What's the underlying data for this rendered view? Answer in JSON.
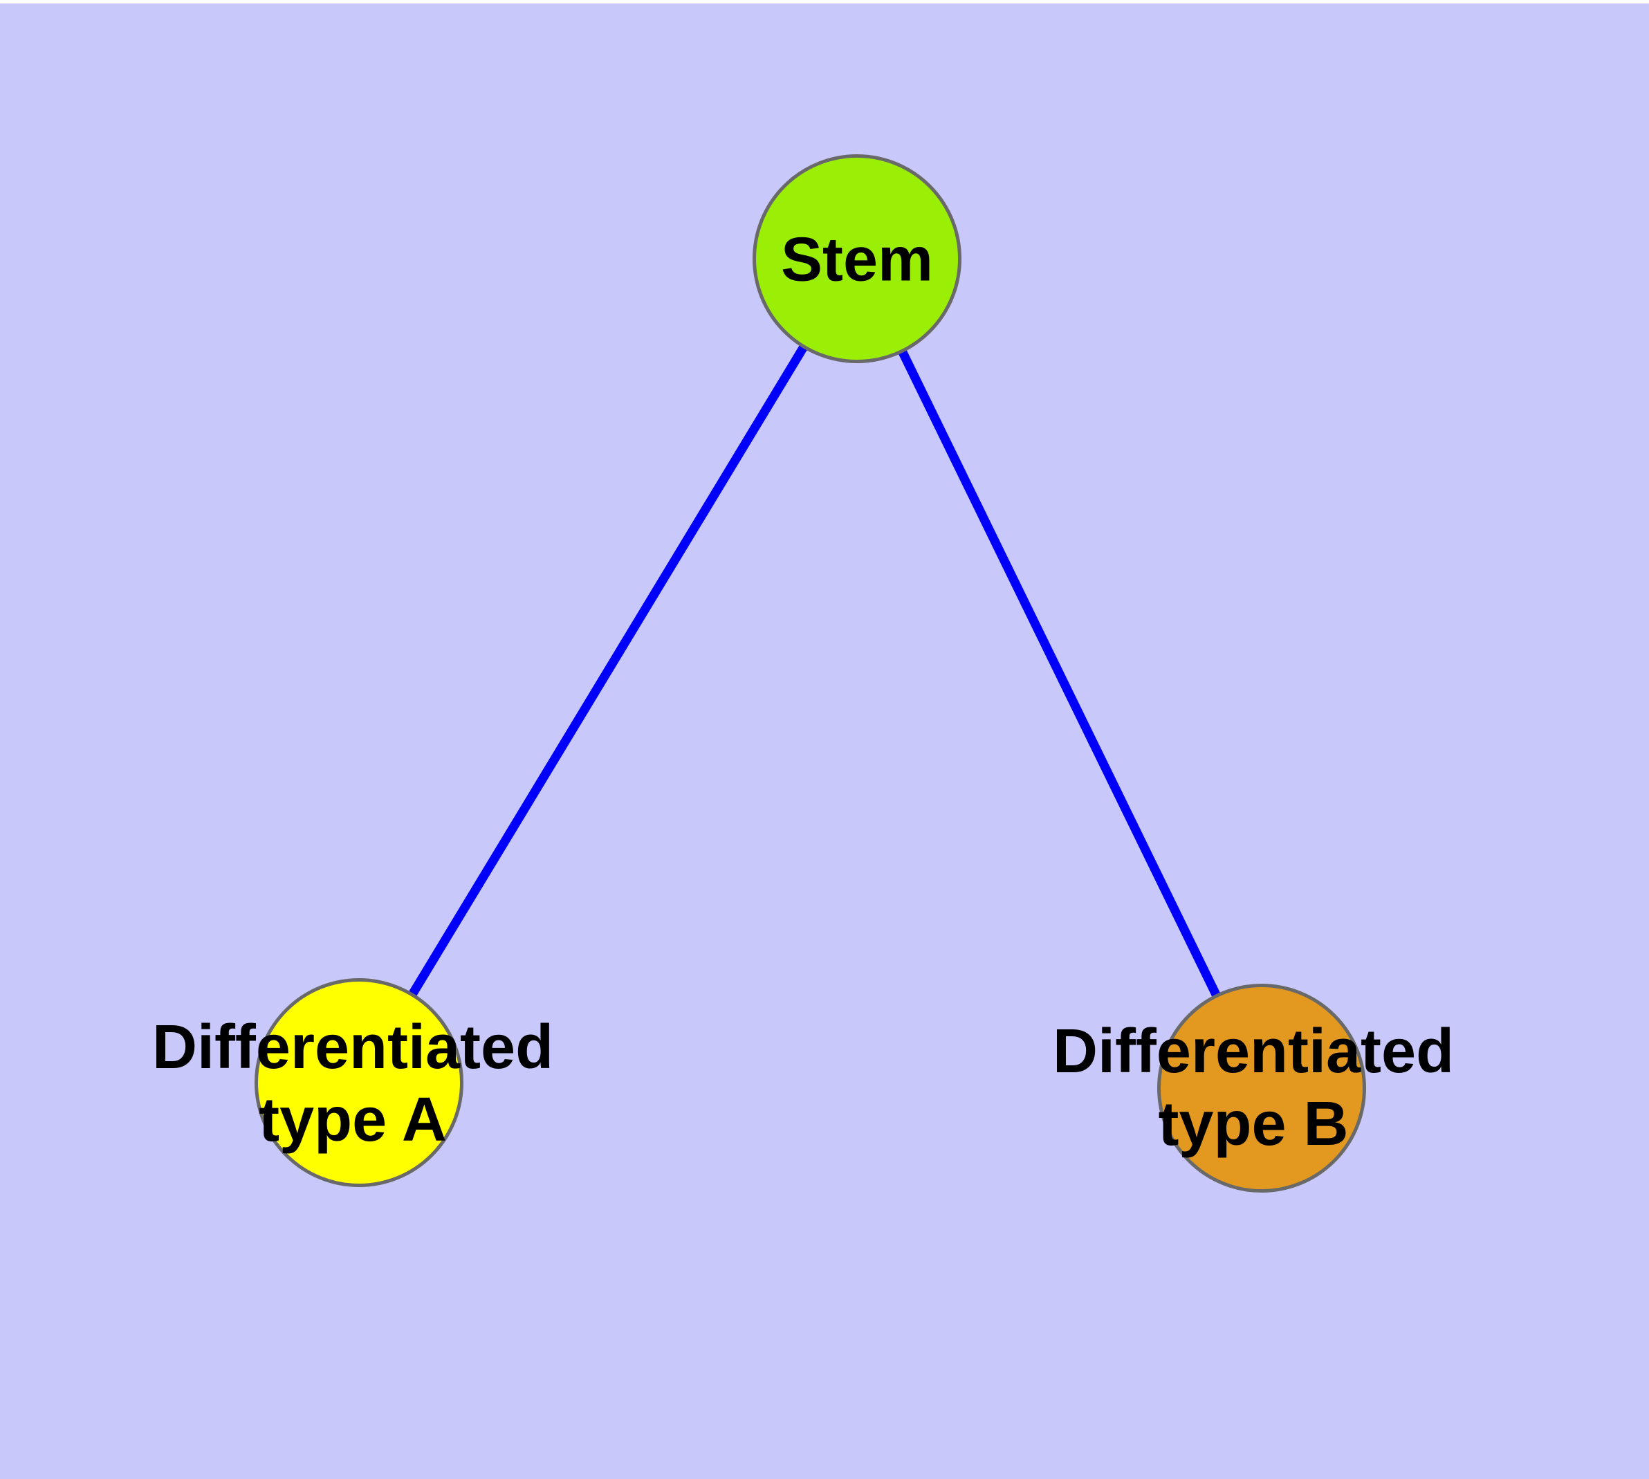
{
  "diagram": {
    "background_color": "#C9C8FA",
    "edge_color": "#0000FA",
    "node_border_color": "#696969",
    "nodes": [
      {
        "id": "stem",
        "label": "Stem",
        "fill": "#9BEF06",
        "shape": "circle"
      },
      {
        "id": "type-a",
        "label": "Differentiated\ntype A",
        "fill": "#FFFF00",
        "shape": "circle"
      },
      {
        "id": "type-b",
        "label": "Differentiated\ntype B",
        "fill": "#E3981F",
        "shape": "circle"
      }
    ],
    "edges": [
      {
        "from": "stem",
        "to": "type-a"
      },
      {
        "from": "stem",
        "to": "type-b"
      }
    ]
  }
}
